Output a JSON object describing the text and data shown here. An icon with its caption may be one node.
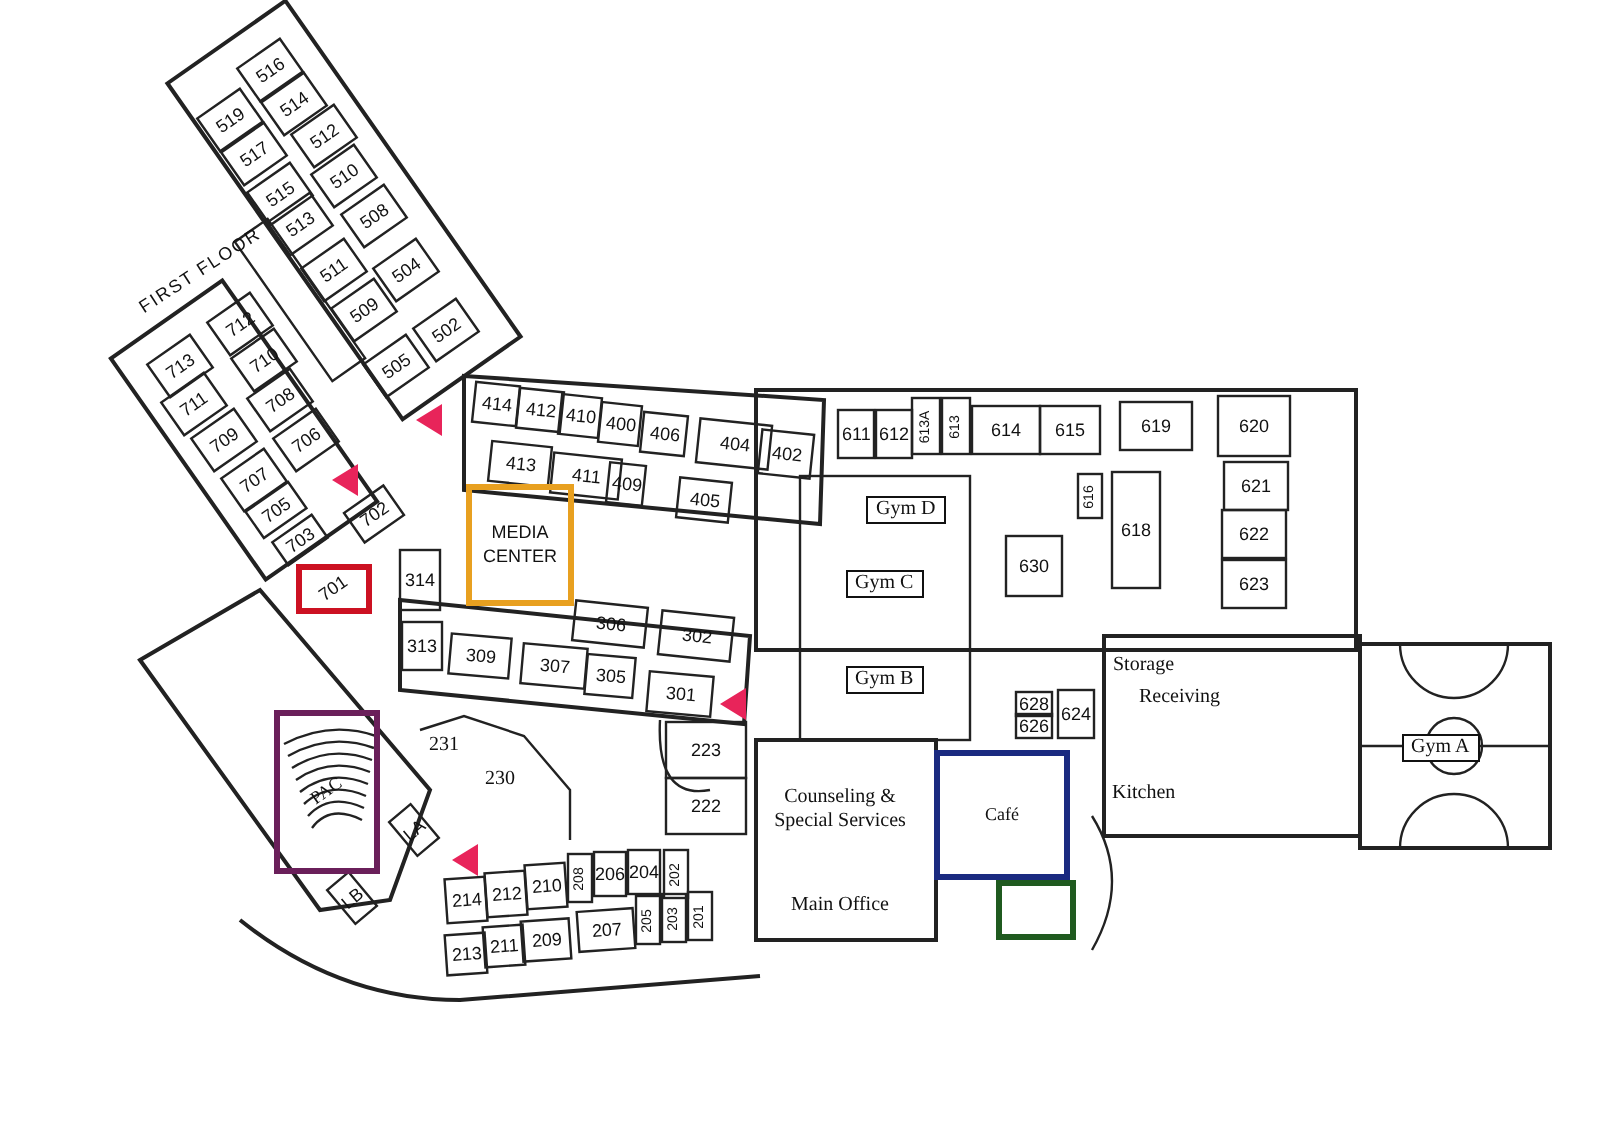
{
  "diagram": {
    "nodes": [
      {
        "text": [
          "MEDIA CENTER"
        ]
      },
      {
        "text": [
          "701"
        ]
      },
      {
        "text": [
          "PAC"
        ]
      },
      {
        "text": [
          "Café"
        ]
      },
      {
        "text": [],
        "shape": "box"
      }
    ],
    "labels": [
      "FIRST FLOOR",
      "516",
      "519",
      "514",
      "517",
      "512",
      "515",
      "510",
      "513",
      "508",
      "511",
      "504",
      "509",
      "502",
      "505",
      "712",
      "713",
      "710",
      "711",
      "708",
      "709",
      "706",
      "707",
      "705",
      "702",
      "703",
      "314",
      "414",
      "412",
      "410",
      "400",
      "406",
      "404",
      "402",
      "611",
      "612",
      "613A",
      "613",
      "614",
      "615",
      "619",
      "620",
      "413",
      "411",
      "409",
      "405",
      "621",
      "616",
      "618",
      "622",
      "630",
      "Gym D",
      "623",
      "Gym C",
      "306",
      "302",
      "313",
      "309",
      "307",
      "305",
      "301",
      "Storage",
      "Gym B",
      "628",
      "Receiving",
      "624",
      "626",
      "231",
      "223",
      "Gym A",
      "230",
      "Kitchen",
      "Counseling & Special Services",
      "222",
      "LA",
      "202",
      "LB",
      "206",
      "204",
      "208",
      "212",
      "210",
      "214",
      "Main Office",
      "205",
      "203",
      "201",
      "207",
      "209",
      "211",
      "213"
    ]
  }
}
